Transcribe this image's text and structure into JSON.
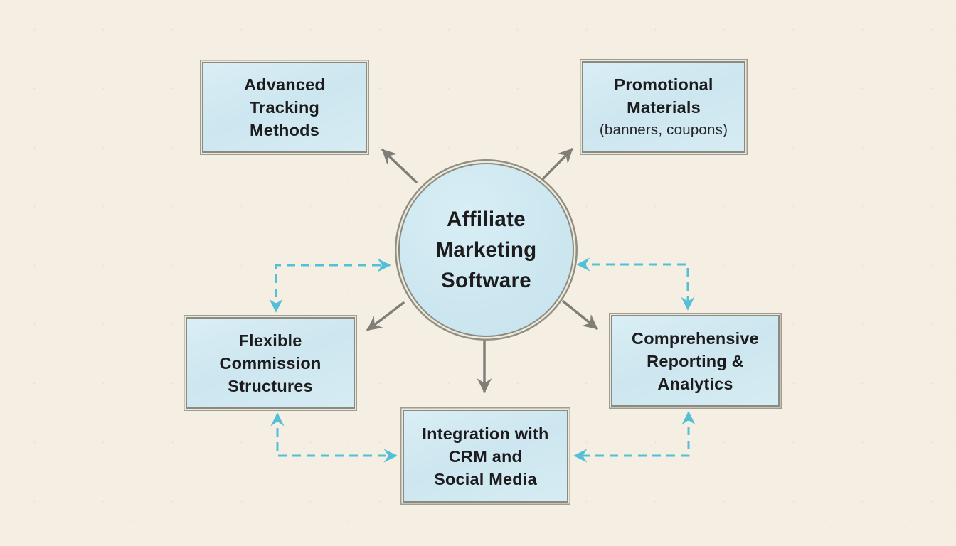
{
  "diagram": {
    "center": {
      "lines": [
        "Affiliate",
        "Marketing",
        "Software"
      ]
    },
    "nodes": {
      "advanced_tracking": {
        "lines": [
          "Advanced",
          "Tracking",
          "Methods"
        ]
      },
      "promotional_materials": {
        "lines": [
          "Promotional",
          "Materials"
        ],
        "subtitle": "(banners, coupons)"
      },
      "flexible_commission": {
        "lines": [
          "Flexible",
          "Commission",
          "Structures"
        ]
      },
      "comprehensive_reporting": {
        "lines": [
          "Comprehensive",
          "Reporting &",
          "Analytics"
        ]
      },
      "integration": {
        "lines": [
          "Integration with",
          "CRM and",
          "Social Media"
        ]
      }
    },
    "edges": {
      "solid_arrows_from_center": [
        "advanced_tracking",
        "promotional_materials",
        "flexible_commission",
        "comprehensive_reporting",
        "integration"
      ],
      "dashed_bidirectional": [
        [
          "flexible_commission",
          "center"
        ],
        [
          "comprehensive_reporting",
          "center"
        ],
        [
          "flexible_commission",
          "integration"
        ],
        [
          "comprehensive_reporting",
          "integration"
        ]
      ]
    },
    "colors": {
      "background": "#f4efe2",
      "node_fill": "#cfe7f0",
      "node_border": "#8a8a82",
      "solid_arrow": "#7f7f78",
      "dashed_arrow": "#54c0d8",
      "text": "#1c1c1e"
    }
  }
}
